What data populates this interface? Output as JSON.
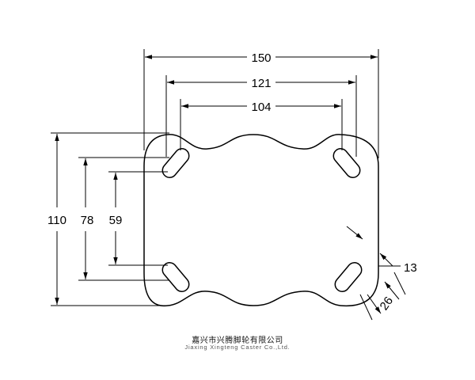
{
  "dimensions": {
    "overall_width": "150",
    "outer_hole_spacing": "121",
    "inner_hole_spacing": "104",
    "overall_height": "110",
    "outer_vertical_spacing": "78",
    "inner_vertical_spacing": "59",
    "slot_width": "13",
    "slot_length": "26"
  },
  "company": {
    "name_cn": "嘉兴市兴腾脚轮有限公司",
    "name_en": "Jiaxing Xingteng Caster Co.,Ltd."
  }
}
